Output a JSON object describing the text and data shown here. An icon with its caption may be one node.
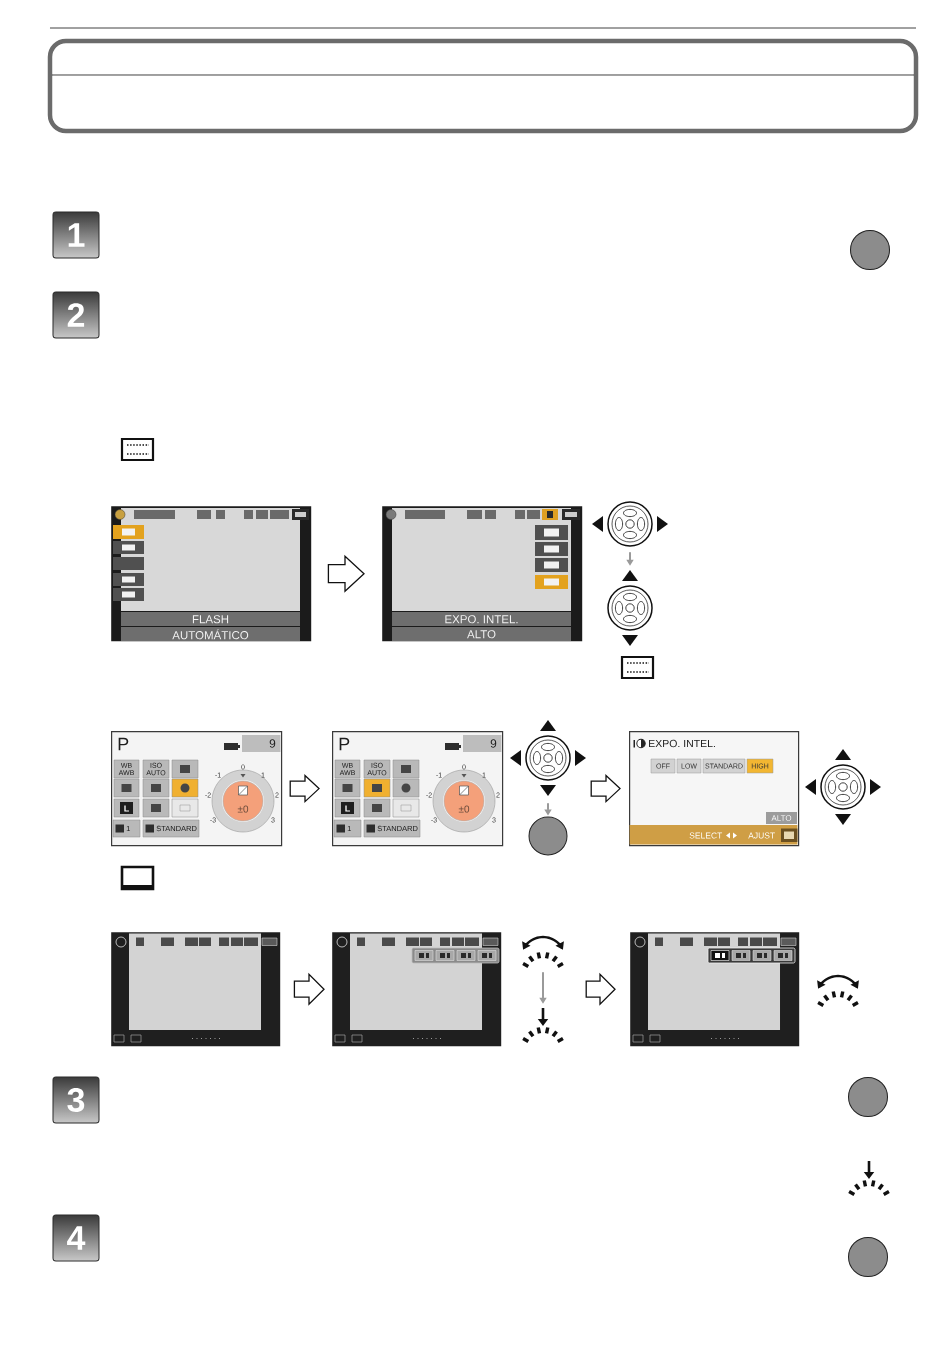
{
  "diagram": {
    "nodes": [
      {
        "text": [
          "1"
        ]
      },
      {
        "text": [
          "2"
        ]
      },
      {
        "text": [
          "FLASH",
          "AUTOMÁTICO"
        ]
      },
      {
        "text": [
          "EXPO. INTEL.",
          "ALTO"
        ]
      },
      {
        "text": [],
        "shape": "picture"
      },
      {
        "text": [],
        "shape": "picture"
      },
      {
        "text": [
          "P",
          "9",
          "WB AWB",
          "ISO AUTO",
          "L",
          "1",
          "STANDARD",
          "0",
          "-1",
          "1",
          "-2",
          "2",
          "±0",
          "-3",
          "3"
        ]
      },
      {
        "text": [
          "P",
          "9",
          "WB AWB",
          "ISO AUTO",
          "L",
          "1",
          "STANDARD",
          "0",
          "-1",
          "1",
          "-2",
          "2",
          "±0",
          "-3",
          "3"
        ]
      },
      {
        "text": [],
        "shape": "picture"
      },
      {
        "text": [],
        "shape": "circle"
      },
      {
        "text": [
          "EXPO. INTEL.",
          "OFF",
          "LOW",
          "STANDARD",
          "HIGH",
          "ALTO",
          "SELECT",
          "AJUST"
        ]
      },
      {
        "text": [],
        "shape": "picture"
      },
      {
        "text": [],
        "shape": "picture"
      },
      {
        "text": [],
        "shape": "picture"
      },
      {
        "text": [],
        "shape": "picture"
      },
      {
        "text": [],
        "shape": "picture"
      },
      {
        "text": [
          "3"
        ]
      },
      {
        "text": [
          "4"
        ]
      }
    ],
    "edges": [
      {
        "from": 2,
        "to": 3,
        "arrow": "to"
      },
      {
        "from": 4,
        "to": 5,
        "arrow": "to",
        "color": "#9a9a9a"
      },
      {
        "from": 6,
        "to": 7,
        "arrow": "to"
      },
      {
        "from": 8,
        "to": 9,
        "arrow": "to",
        "color": "#9a9a9a"
      },
      {
        "from": 8,
        "to": 10,
        "arrow": "to"
      },
      {
        "from": 11,
        "to": 12,
        "arrow": "to"
      },
      {
        "from": 13,
        "to": 14,
        "arrow": "to",
        "color": "#9a9a9a"
      },
      {
        "from": 14,
        "to": 15,
        "arrow": "to"
      }
    ]
  }
}
